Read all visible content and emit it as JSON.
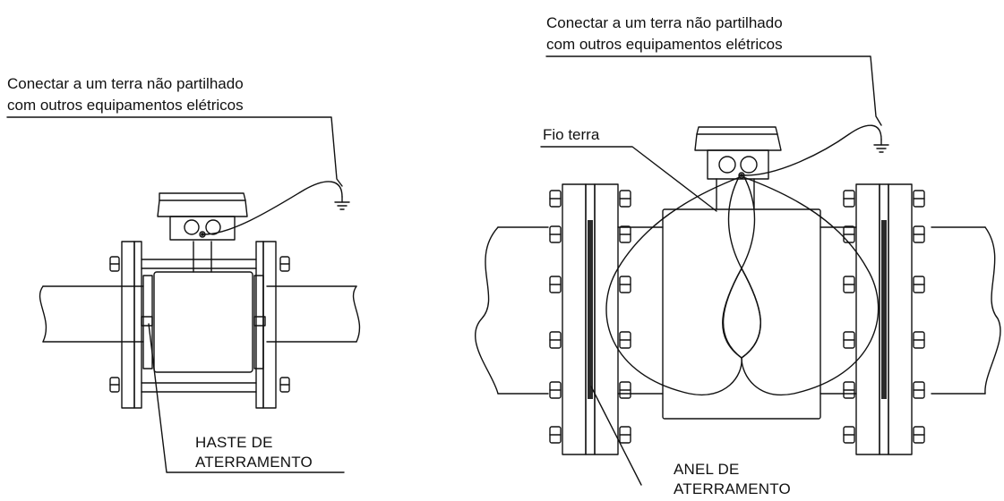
{
  "left_figure": {
    "note_line1": "Conectar a um terra não partilhado",
    "note_line2": "com outros equipamentos elétricos",
    "label_line1": "HASTE DE",
    "label_line2": "ATERRAMENTO"
  },
  "right_figure": {
    "note_line1": "Conectar a um terra não partilhado",
    "note_line2": "com outros equipamentos elétricos",
    "wire_label": "Fio terra",
    "label_line1": "ANEL DE",
    "label_line2": "ATERRAMENTO"
  },
  "colors": {
    "line": "#111111",
    "background": "#ffffff"
  },
  "icons": [
    "ground-symbol-icon",
    "cable-gland-icon",
    "bolt-icon"
  ]
}
